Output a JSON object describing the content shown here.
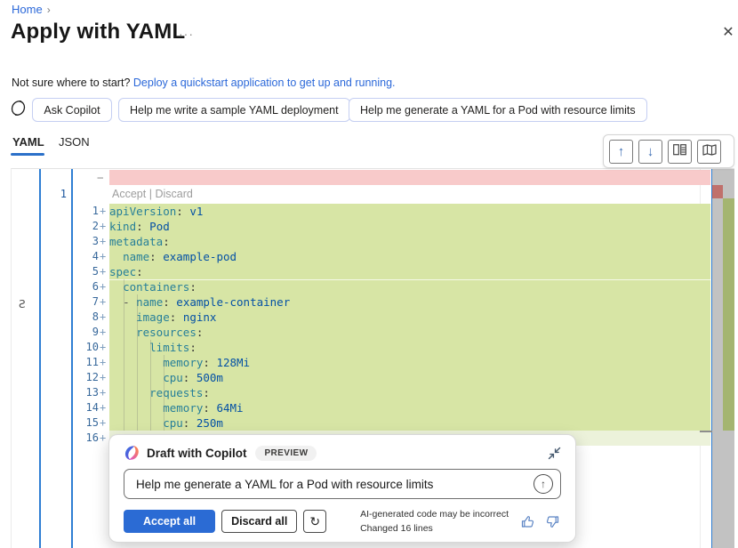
{
  "breadcrumb": {
    "home": "Home",
    "separator": "›"
  },
  "header": {
    "title": "Apply with YAML",
    "more_label": "···",
    "close_label": "✕"
  },
  "banner": {
    "prefix": "Not sure where to start?",
    "link": "Deploy a quickstart application to get up and running."
  },
  "suggestions": {
    "ask": "Ask Copilot",
    "write": "Help me write a sample YAML deployment",
    "generate": "Help me generate a YAML for a Pod with resource limits"
  },
  "tabs": {
    "yaml": "YAML",
    "json": "JSON"
  },
  "toolbar_icons": {
    "previous_change": "arrow-up",
    "next_change": "arrow-down",
    "side_by_side_view": "split-rectangles",
    "inline_map_view": "folded-map",
    "up_glyph": "↑",
    "down_glyph": "↓"
  },
  "editor": {
    "accept_label": "Accept",
    "separator": "|",
    "discard_label": "Discard",
    "original_line_number": "1",
    "deleted_minus": "−",
    "plus_sign": "+",
    "gutter_glyph": "Ƨ",
    "lines": [
      {
        "num": "1",
        "tokens": [
          [
            "key",
            "apiVersion"
          ],
          [
            "pun",
            ": "
          ],
          [
            "val",
            "v1"
          ]
        ]
      },
      {
        "num": "2",
        "tokens": [
          [
            "key",
            "kind"
          ],
          [
            "pun",
            ": "
          ],
          [
            "val",
            "Pod"
          ]
        ]
      },
      {
        "num": "3",
        "tokens": [
          [
            "key",
            "metadata"
          ],
          [
            "pun",
            ":"
          ]
        ]
      },
      {
        "num": "4",
        "tokens": [
          [
            "pun",
            "  "
          ],
          [
            "key",
            "name"
          ],
          [
            "pun",
            ": "
          ],
          [
            "val",
            "example-pod"
          ]
        ]
      },
      {
        "num": "5",
        "tokens": [
          [
            "key",
            "spec"
          ],
          [
            "pun",
            ":"
          ]
        ]
      },
      {
        "num": "6",
        "tokens": [
          [
            "pun",
            "  "
          ],
          [
            "key",
            "containers"
          ],
          [
            "pun",
            ":"
          ]
        ]
      },
      {
        "num": "7",
        "tokens": [
          [
            "pun",
            "  "
          ],
          [
            "dsh",
            "- "
          ],
          [
            "key",
            "name"
          ],
          [
            "pun",
            ": "
          ],
          [
            "val",
            "example-container"
          ]
        ]
      },
      {
        "num": "8",
        "tokens": [
          [
            "pun",
            "    "
          ],
          [
            "key",
            "image"
          ],
          [
            "pun",
            ": "
          ],
          [
            "val",
            "nginx"
          ]
        ]
      },
      {
        "num": "9",
        "tokens": [
          [
            "pun",
            "    "
          ],
          [
            "key",
            "resources"
          ],
          [
            "pun",
            ":"
          ]
        ]
      },
      {
        "num": "10",
        "tokens": [
          [
            "pun",
            "      "
          ],
          [
            "key",
            "limits"
          ],
          [
            "pun",
            ":"
          ]
        ]
      },
      {
        "num": "11",
        "tokens": [
          [
            "pun",
            "        "
          ],
          [
            "key",
            "memory"
          ],
          [
            "pun",
            ": "
          ],
          [
            "val",
            "128Mi"
          ]
        ]
      },
      {
        "num": "12",
        "tokens": [
          [
            "pun",
            "        "
          ],
          [
            "key",
            "cpu"
          ],
          [
            "pun",
            ": "
          ],
          [
            "val",
            "500m"
          ]
        ]
      },
      {
        "num": "13",
        "tokens": [
          [
            "pun",
            "      "
          ],
          [
            "key",
            "requests"
          ],
          [
            "pun",
            ":"
          ]
        ]
      },
      {
        "num": "14",
        "tokens": [
          [
            "pun",
            "        "
          ],
          [
            "key",
            "memory"
          ],
          [
            "pun",
            ": "
          ],
          [
            "val",
            "64Mi"
          ]
        ]
      },
      {
        "num": "15",
        "tokens": [
          [
            "pun",
            "        "
          ],
          [
            "key",
            "cpu"
          ],
          [
            "pun",
            ": "
          ],
          [
            "val",
            "250m"
          ]
        ]
      },
      {
        "num": "16",
        "tokens": [],
        "light": true
      }
    ]
  },
  "copilot_dialog": {
    "title": "Draft with Copilot",
    "preview_badge": "PREVIEW",
    "input_value": "Help me generate a YAML for a Pod with resource limits",
    "accept_all_label": "Accept all",
    "discard_all_label": "Discard all",
    "refresh_glyph": "↻",
    "send_glyph": "↑",
    "disclaimer": "AI-generated code may be incorrect",
    "changed_lines": "Changed 16 lines"
  },
  "colors": {
    "link_blue": "#2b68d9",
    "tab_underline": "#2b70c9",
    "diff_added_bg": "#d7e5a5",
    "diff_added_light_bg": "#ecf2da",
    "diff_deleted_bg": "#f8caca",
    "overview_added": "#a4b571",
    "overview_deleted": "#c0706c",
    "gutter_blue_line": "#2f7ed3",
    "accept_button": "#2b6bd4",
    "yaml_key": "#267f99",
    "yaml_value": "#0451a5"
  }
}
